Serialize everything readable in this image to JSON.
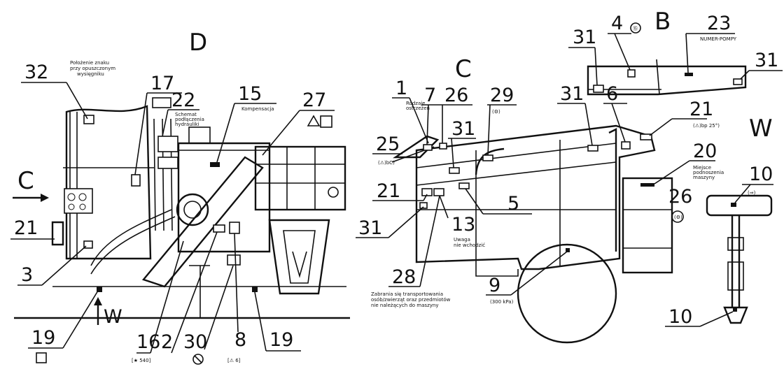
{
  "views": {
    "D": "D",
    "C": "C",
    "B": "B",
    "W": "W"
  },
  "arrows": {
    "C": "C",
    "W": "W"
  },
  "callouts": {
    "d32": "32",
    "d17": "17",
    "d22": "22",
    "d15": "15",
    "d27": "27",
    "d21": "21",
    "d3": "3",
    "d19a": "19",
    "d16": "16",
    "d2": "2",
    "d30": "30",
    "d8": "8",
    "d19b": "19",
    "c1": "1",
    "c7": "7",
    "c26a": "26",
    "c29": "29",
    "c31a": "31",
    "c31b": "31",
    "c6": "6",
    "c21a": "21",
    "c25": "25",
    "c21b": "21",
    "c5": "5",
    "c31c": "31",
    "c13": "13",
    "c28": "28",
    "c9": "9",
    "c20": "20",
    "c26b": "26",
    "b31a": "31",
    "b4": "4",
    "b23": "23",
    "b31b": "31",
    "w10a": "10",
    "w10b": "10"
  },
  "captions": {
    "d_note1": "Położenie znaku",
    "d_note2": "przy opuszczonym",
    "d_note3": "wysięgniku",
    "d_note4": "Schemat",
    "d_note5": "podłączenia",
    "d_note6": "hydrauliki",
    "d15_note": "Kompensacja",
    "c1_note1": "Rodzaje",
    "c1_note2": "ostrzeżeń",
    "c13_note1": "Uwaga",
    "c13_note2": "nie wchodzić",
    "c28_note1": "Zabrania się transportowania",
    "c28_note2": "osób/zwierząt oraz przedmiotów",
    "c28_note3": "nie należących do maszyny",
    "c9_note": "(300 kPa)",
    "c20_note1": "Miejsce",
    "c20_note2": "podnoszenia",
    "c20_note3": "maszyny",
    "b23_note": "NUMER-POMPY",
    "c25_sym": "(⚠)bC)",
    "c21_sym": "(⚠)bp 25°)",
    "c29_sym": "(⚙)",
    "b4_sym": "⑮",
    "d16_sym": "[★ 540]",
    "d8_sym": "[⚠ 6]",
    "w10_sym": "(⇒)",
    "c26_sym": "(⚙)",
    "d30_sym": "⦸"
  }
}
